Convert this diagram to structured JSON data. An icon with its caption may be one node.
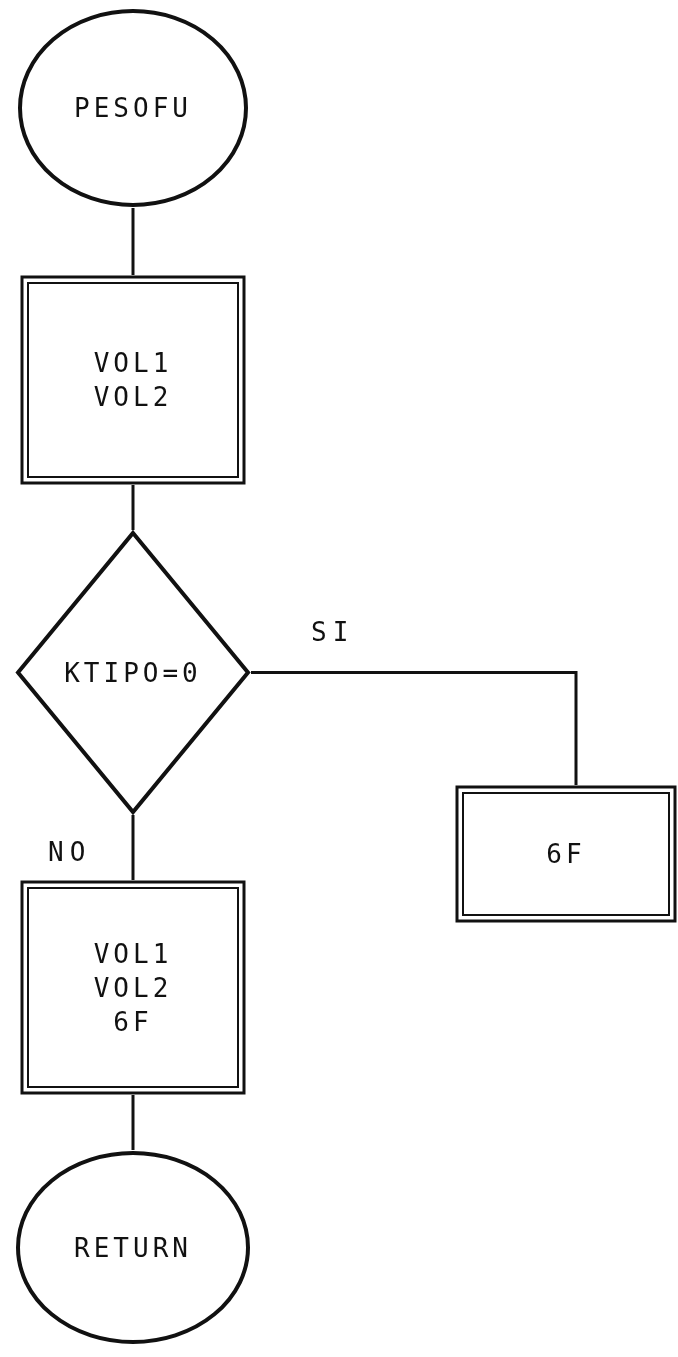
{
  "diagram": {
    "nodes": [
      {
        "text": [
          "PESOFU"
        ]
      },
      {
        "text": [
          "VOL1",
          "VOL2"
        ]
      },
      {
        "text": [
          "KTIPO=0"
        ]
      },
      {
        "text": [
          "6F"
        ]
      },
      {
        "text": [
          "VOL1",
          "VOL2",
          "6F"
        ]
      },
      {
        "text": [
          "RETURN"
        ]
      }
    ],
    "edges": [
      {
        "from": 0,
        "to": 1,
        "arrow": "none"
      },
      {
        "from": 1,
        "to": 2,
        "arrow": "none"
      },
      {
        "from": 2,
        "to": 3,
        "arrow": "none",
        "label": "SI"
      },
      {
        "from": 2,
        "to": 4,
        "arrow": "none",
        "label": "NO"
      },
      {
        "from": 4,
        "to": 5,
        "arrow": "none"
      }
    ]
  }
}
